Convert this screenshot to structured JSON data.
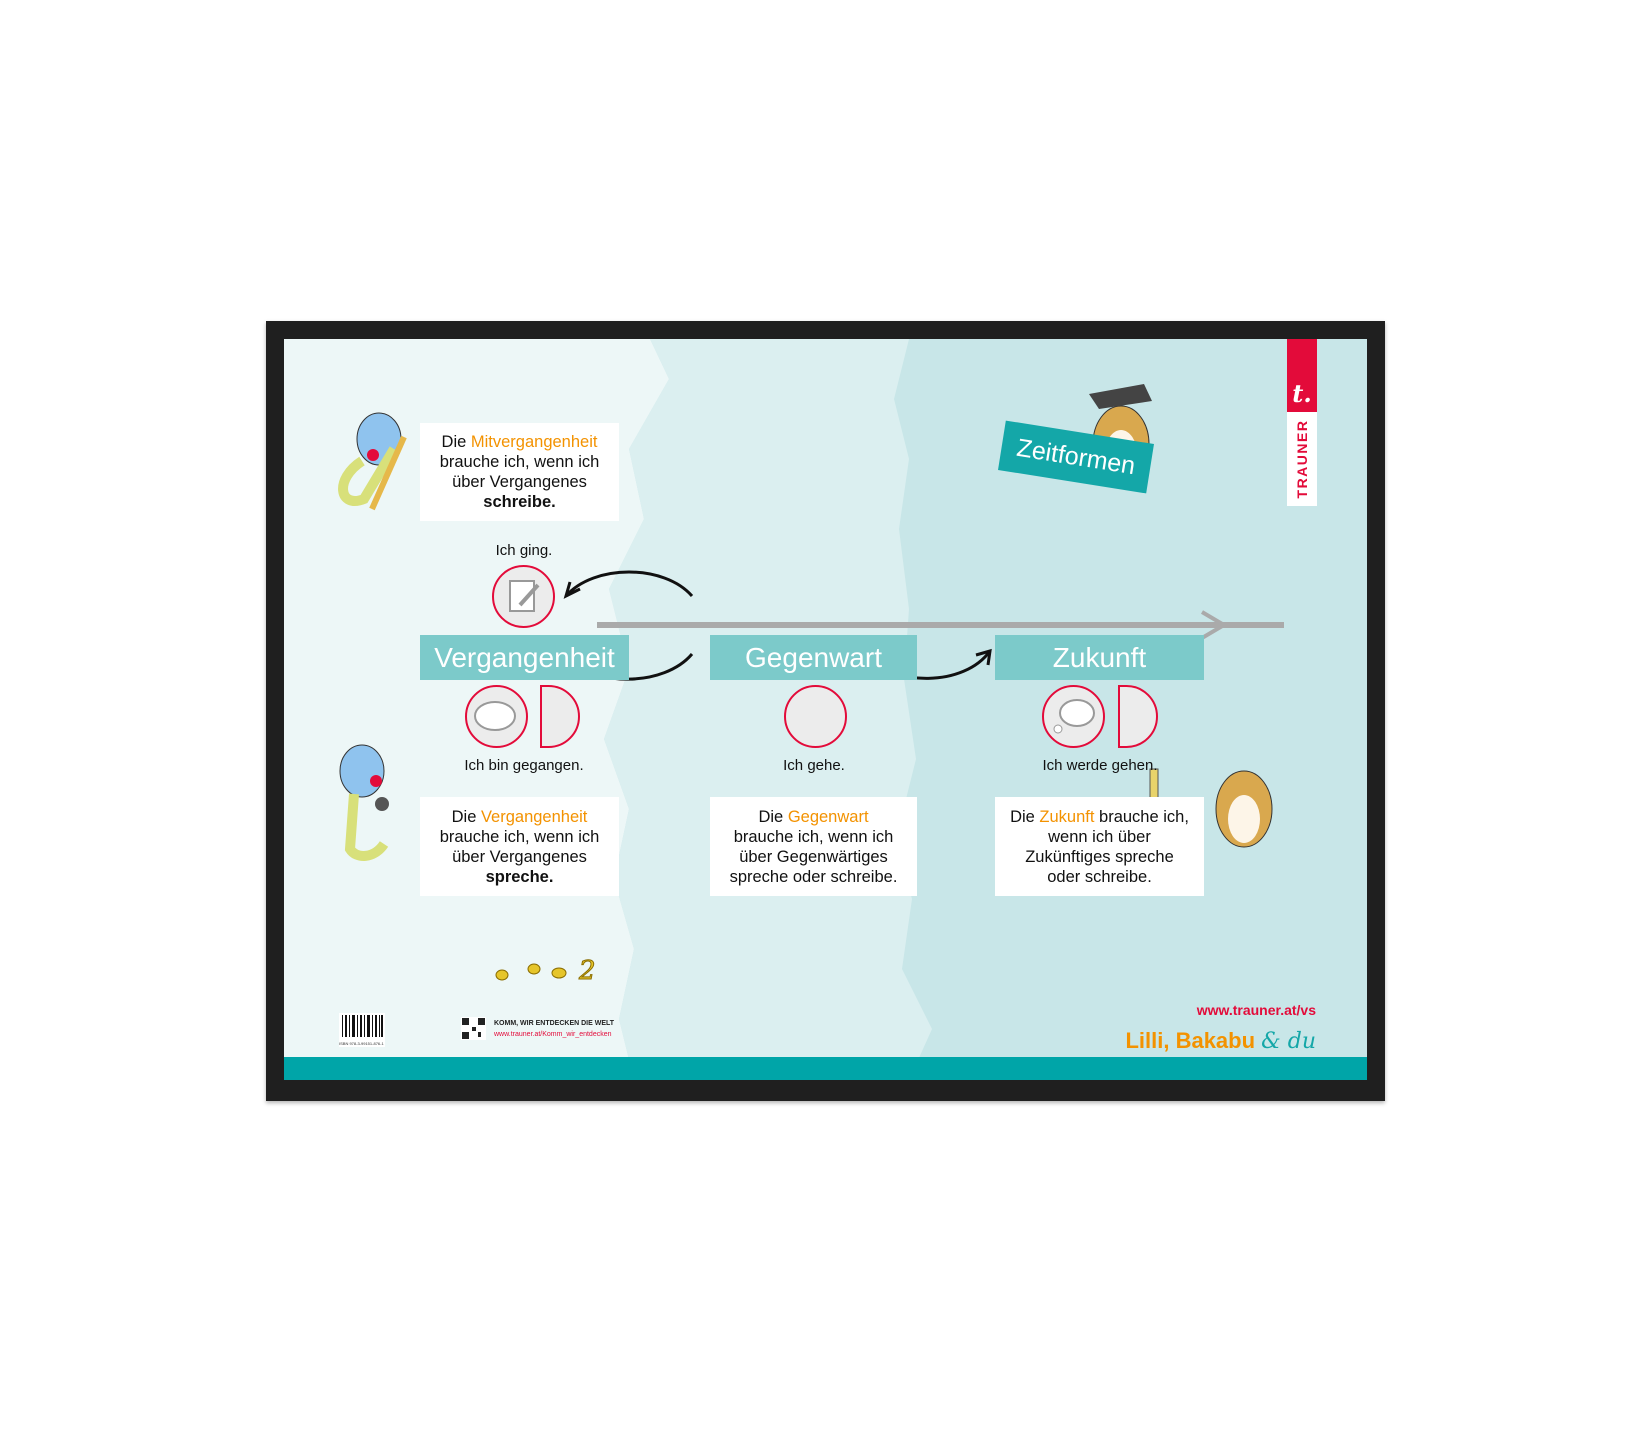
{
  "poster": {
    "title": "Zeitformen",
    "publisher": "TRAUNER",
    "publisher_logo": "t.",
    "tenses": [
      {
        "label": "Vergangenheit",
        "example": "Ich bin gegangen."
      },
      {
        "label": "Gegenwart",
        "example": "Ich gehe."
      },
      {
        "label": "Zukunft",
        "example": "Ich werde gehen."
      }
    ],
    "past_example_top": "Ich ging.",
    "boxes": {
      "mitvergangenheit": {
        "pre": "Die ",
        "hl": "Mitvergangenheit",
        "post": "brauche ich, wenn ich über Vergangenes",
        "bold": "schreibe."
      },
      "vergangenheit": {
        "pre": "Die ",
        "hl": "Vergangenheit",
        "post": "brauche ich, wenn ich über Vergangenes",
        "bold": "spreche."
      },
      "gegenwart": {
        "pre": "Die ",
        "hl": "Gegenwart",
        "post": "brauche ich, wenn ich über Gegenwärtiges sprechе oder schreibe."
      },
      "zukunft": {
        "pre": "Die ",
        "hl": "Zukunft",
        "post": " brauche ich, wenn ich über Zukünftiges spreche oder schreibe."
      }
    },
    "series_name_a": "Lilli, Bakabu",
    "series_name_b": "& du",
    "website": "www.trauner.at/vs",
    "song_title": "KOMM, WIR ENTDECKEN DIE WELT",
    "song_url": "www.trauner.at/Komm_wir_entdecken",
    "isbn": "ISBN 978-3-99151-876-1"
  },
  "colors": {
    "teal": "#7ccaca",
    "band": "#00a5a8",
    "orange": "#f39200",
    "red": "#e30b3a"
  }
}
